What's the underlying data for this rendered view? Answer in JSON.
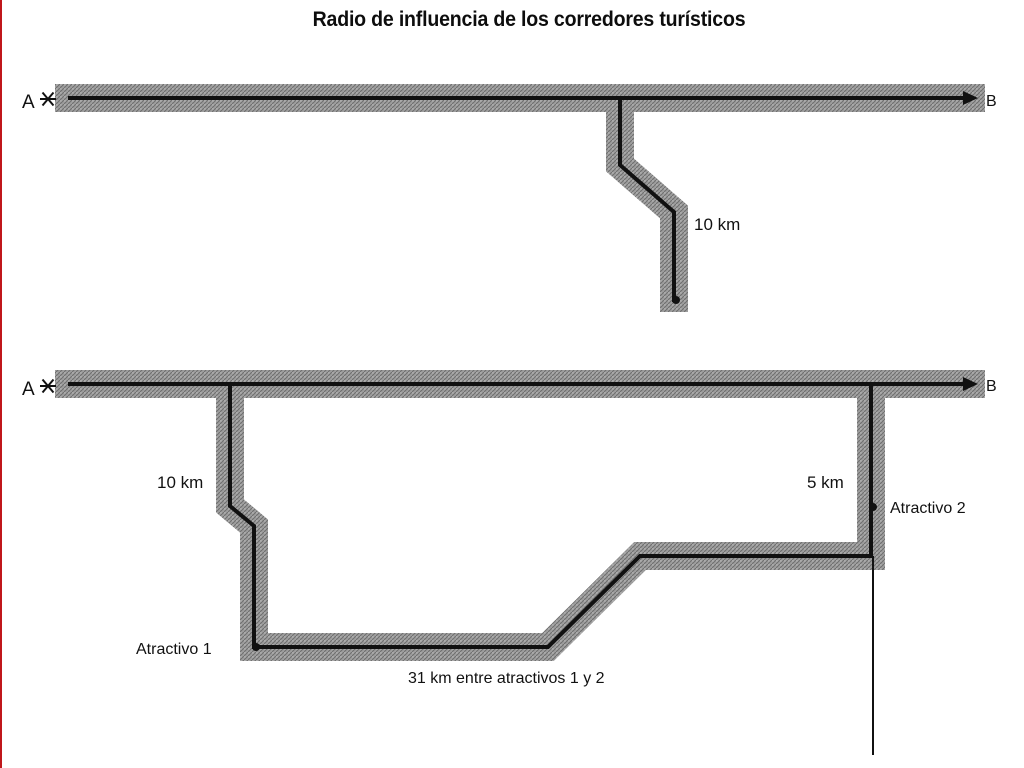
{
  "title": "Radio de influencia de los corredores turísticos",
  "colors": {
    "road": "#111111",
    "buffer": "#9a9a9a",
    "background": "#ffffff",
    "edge_accent": "#c0171b"
  },
  "top_diagram": {
    "start_label": "A",
    "end_label": "B",
    "branch_distance": "10 km"
  },
  "bottom_diagram": {
    "start_label": "A",
    "end_label": "B",
    "left_branch_distance": "10 km",
    "right_branch_distance": "5 km",
    "attraction_1_label": "Atractivo 1",
    "attraction_2_label": "Atractivo 2",
    "connector_distance": "31 km entre atractivos 1 y 2"
  }
}
